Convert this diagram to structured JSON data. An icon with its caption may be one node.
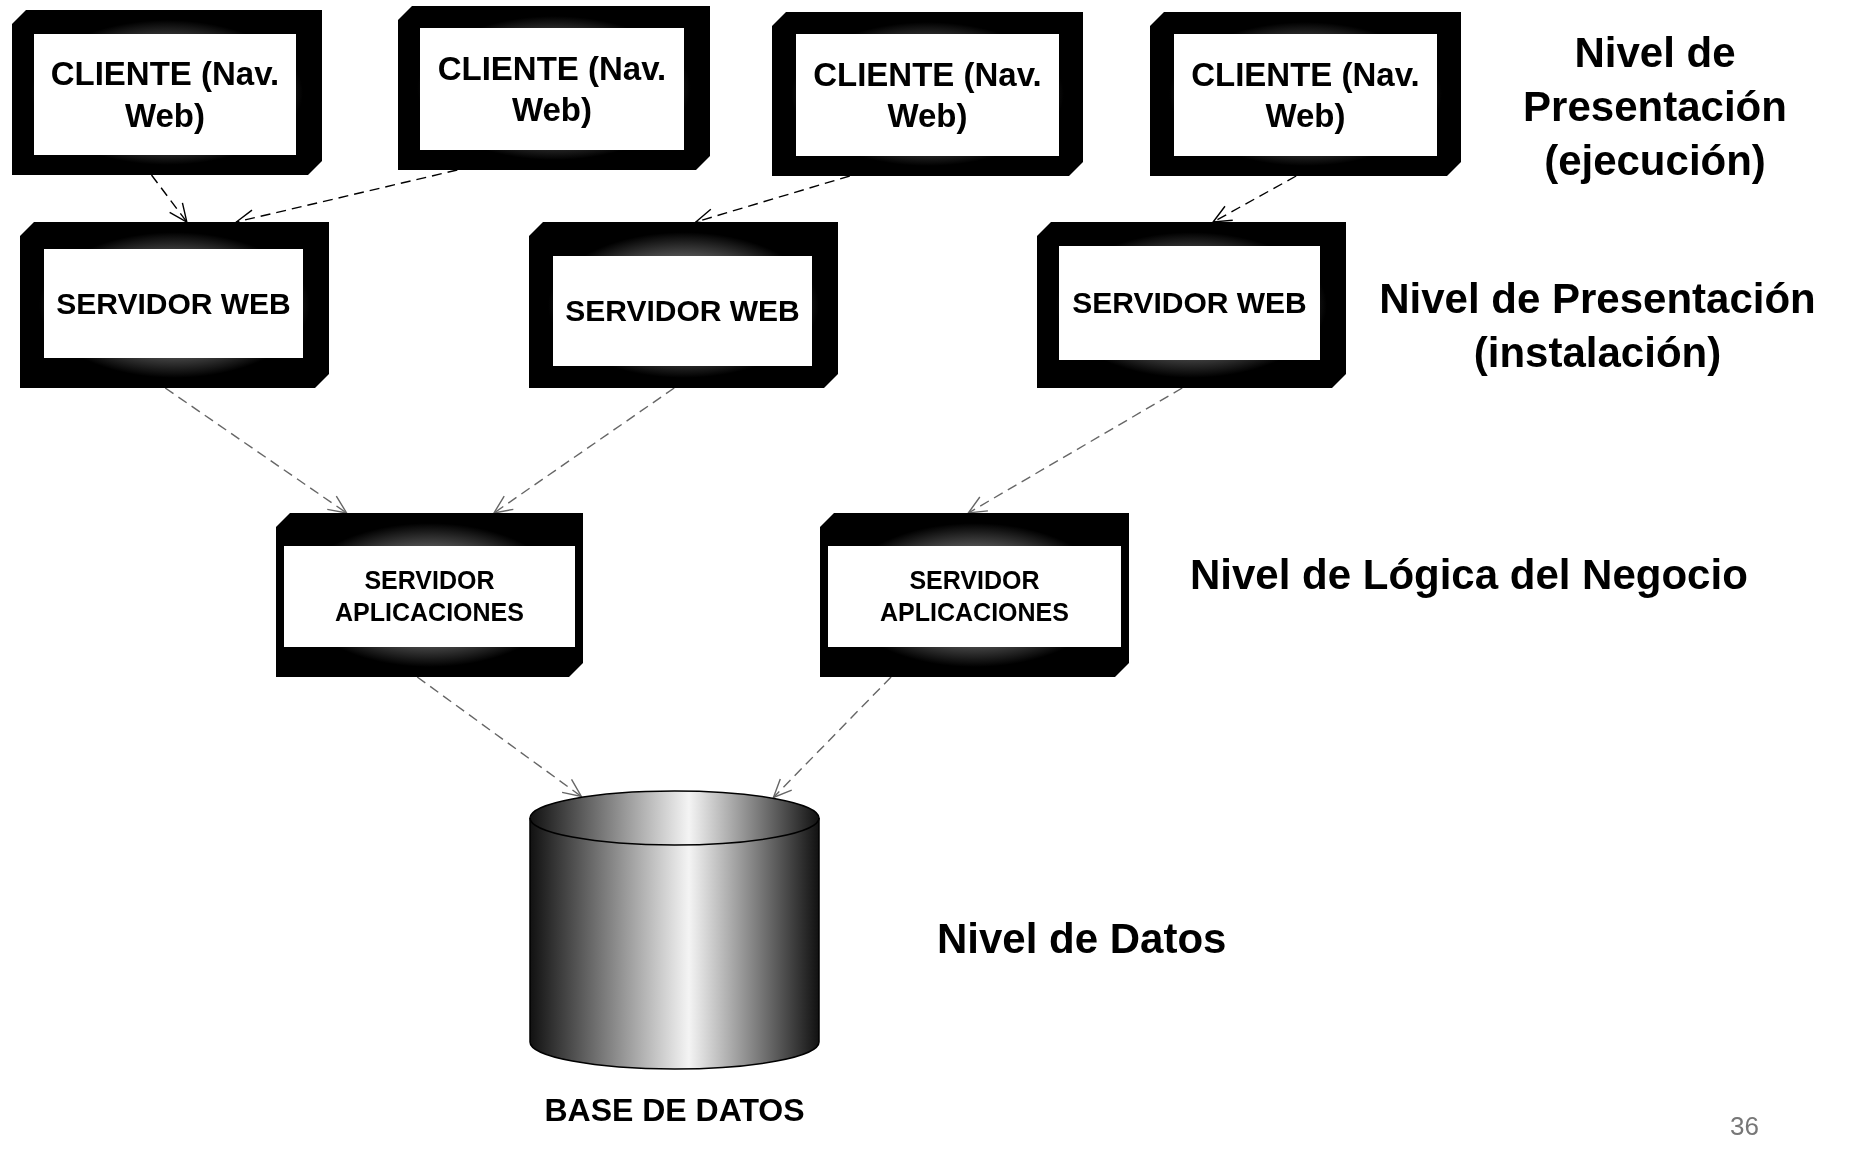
{
  "diagram": {
    "nodes": [
      {
        "text": [
          "CLIENTE (Nav. Web)"
        ]
      },
      {
        "text": [
          "CLIENTE (Nav. Web)"
        ]
      },
      {
        "text": [
          "CLIENTE (Nav. Web)"
        ]
      },
      {
        "text": [
          "CLIENTE (Nav. Web)"
        ]
      },
      {
        "text": [
          "SERVIDOR WEB"
        ]
      },
      {
        "text": [
          "SERVIDOR WEB"
        ]
      },
      {
        "text": [
          "SERVIDOR WEB"
        ]
      },
      {
        "text": [
          "SERVIDOR APLICACIONES"
        ]
      },
      {
        "text": [
          "SERVIDOR APLICACIONES"
        ]
      },
      {
        "text": [],
        "shape": "cylinder",
        "beside": [
          "BASE DE DATOS"
        ]
      }
    ],
    "edges": [
      {
        "from": 0,
        "to": 4,
        "arrow": "to",
        "style": "dashed",
        "color": "#000000"
      },
      {
        "from": 1,
        "to": 4,
        "arrow": "to",
        "style": "dashed",
        "color": "#000000"
      },
      {
        "from": 2,
        "to": 5,
        "arrow": "to",
        "style": "dashed",
        "color": "#000000"
      },
      {
        "from": 3,
        "to": 6,
        "arrow": "to",
        "style": "dashed",
        "color": "#000000"
      },
      {
        "from": 4,
        "to": 7,
        "arrow": "to",
        "style": "dashed"
      },
      {
        "from": 5,
        "to": 7,
        "arrow": "to",
        "style": "dashed"
      },
      {
        "from": 6,
        "to": 8,
        "arrow": "to",
        "style": "dashed"
      },
      {
        "from": 7,
        "to": 9,
        "arrow": "to",
        "style": "dashed"
      },
      {
        "from": 8,
        "to": 9,
        "arrow": "to",
        "style": "dashed"
      }
    ],
    "labels": [
      "Nivel de Presentación (ejecución)",
      "Nivel de Presentación (instalación)",
      "Nivel de Lógica del Negocio",
      "Nivel de Datos",
      "36"
    ]
  }
}
